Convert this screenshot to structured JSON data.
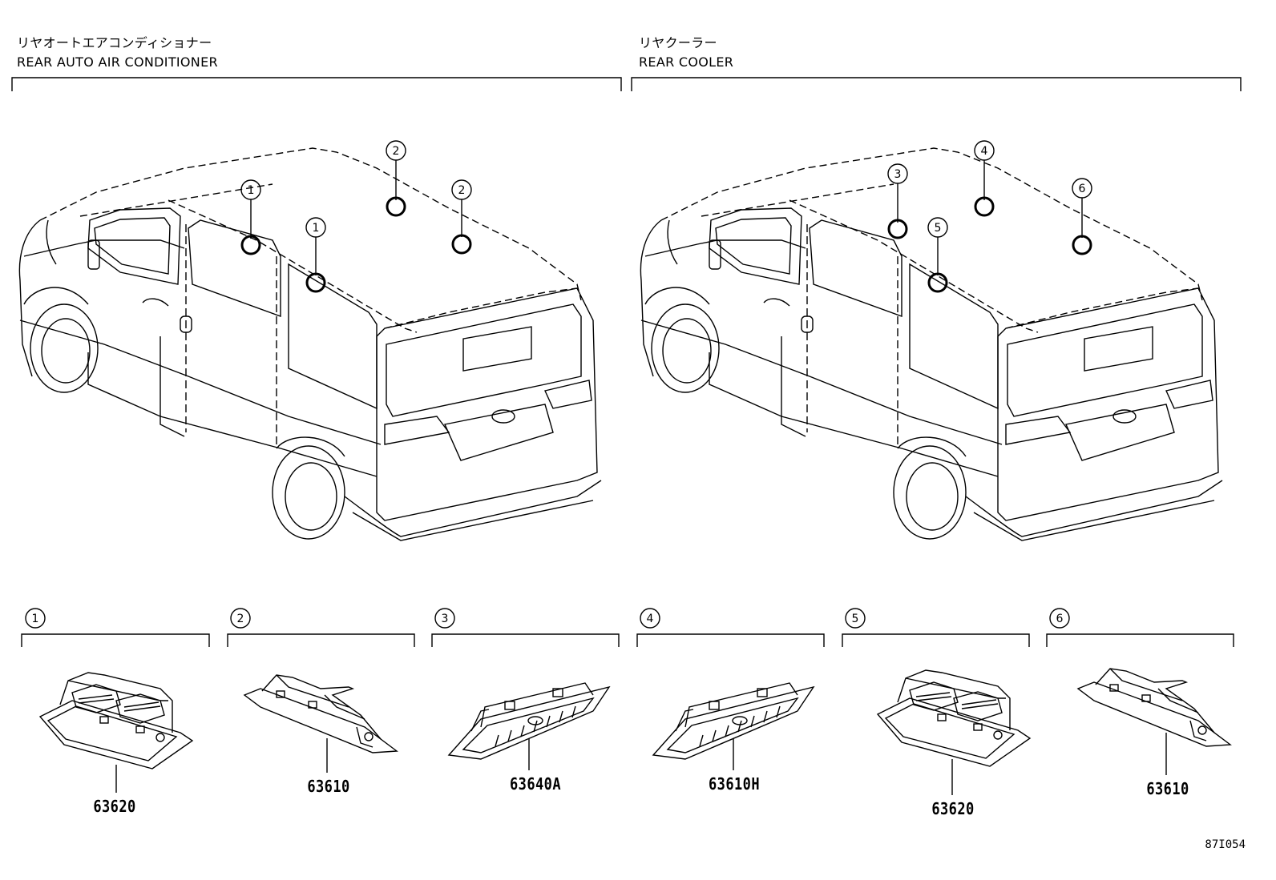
{
  "left_section": {
    "title_jp": "リヤオートエアコンディショナー",
    "title_en": "REAR AUTO AIR CONDITIONER",
    "callouts": [
      "1",
      "1",
      "2",
      "2"
    ]
  },
  "right_section": {
    "title_jp": "リヤクーラー",
    "title_en": "REAR COOLER",
    "callouts": [
      "3",
      "4",
      "5",
      "6"
    ]
  },
  "parts": [
    {
      "index": "1",
      "part_number": "63620"
    },
    {
      "index": "2",
      "part_number": "63610"
    },
    {
      "index": "3",
      "part_number": "63640A"
    },
    {
      "index": "4",
      "part_number": "63610H"
    },
    {
      "index": "5",
      "part_number": "63620"
    },
    {
      "index": "6",
      "part_number": "63610"
    }
  ],
  "figure_ref": "87I054"
}
